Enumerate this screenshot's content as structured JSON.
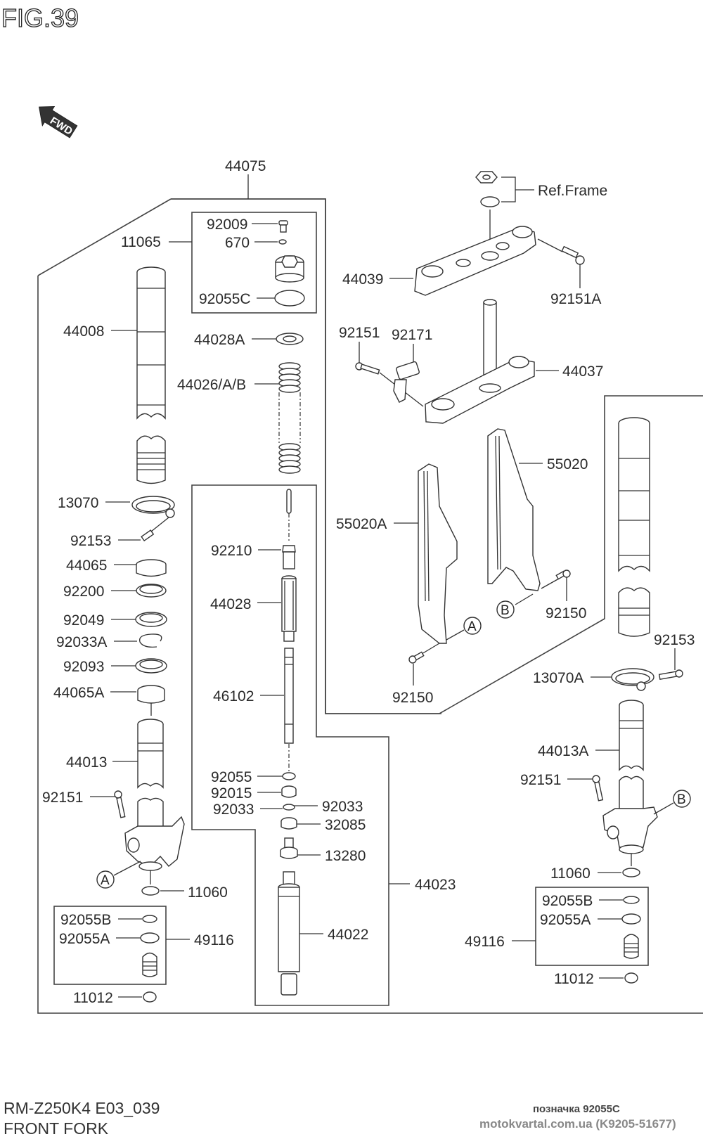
{
  "figure": {
    "title": "FIG.39",
    "direction_marker": "FWD",
    "model_code": "RM-Z250K4 E03_039",
    "section_name": "FRONT FORK"
  },
  "watermark": {
    "line1": "позначка 92055C",
    "line2": "motokvartal.com.ua (K9205-51677)"
  },
  "colors": {
    "background": "#ffffff",
    "line": "#333333",
    "watermark_gray": "#888888"
  },
  "callouts": {
    "p44075": "44075",
    "p11065": "11065",
    "p92009": "92009",
    "p670": "670",
    "p92055C": "92055C",
    "p44008": "44008",
    "p44028A": "44028A",
    "p44026": "44026/A/B",
    "p13070": "13070",
    "p92153": "92153",
    "p44065": "44065",
    "p92200": "92200",
    "p92049": "92049",
    "p92033A": "92033A",
    "p92093": "92093",
    "p44065A": "44065A",
    "p44013": "44013",
    "p92151_left": "92151",
    "p11060_left": "11060",
    "p92055B_left": "92055B",
    "p92055A_left": "92055A",
    "p49116_left": "49116",
    "p11012_left": "11012",
    "p92210": "92210",
    "p44028": "44028",
    "p46102": "46102",
    "p92055": "92055",
    "p92015": "92015",
    "p92033_l": "92033",
    "p92033_r": "92033",
    "p32085": "32085",
    "p13280": "13280",
    "p44023": "44023",
    "p44022": "44022",
    "ref_frame": "Ref.Frame",
    "p44039": "44039",
    "p92151A": "92151A",
    "p92151_mid": "92151",
    "p92171": "92171",
    "p44037": "44037",
    "p55020": "55020",
    "p55020A": "55020A",
    "p92150_b": "92150",
    "p92150_a": "92150",
    "p92153_right": "92153",
    "p13070A": "13070A",
    "p44013A": "44013A",
    "p92151_right": "92151",
    "p11060_right": "11060",
    "p92055B_right": "92055B",
    "p92055A_right": "92055A",
    "p49116_right": "49116",
    "p11012_right": "11012"
  },
  "reference_marks": {
    "A": "A",
    "B": "B"
  }
}
